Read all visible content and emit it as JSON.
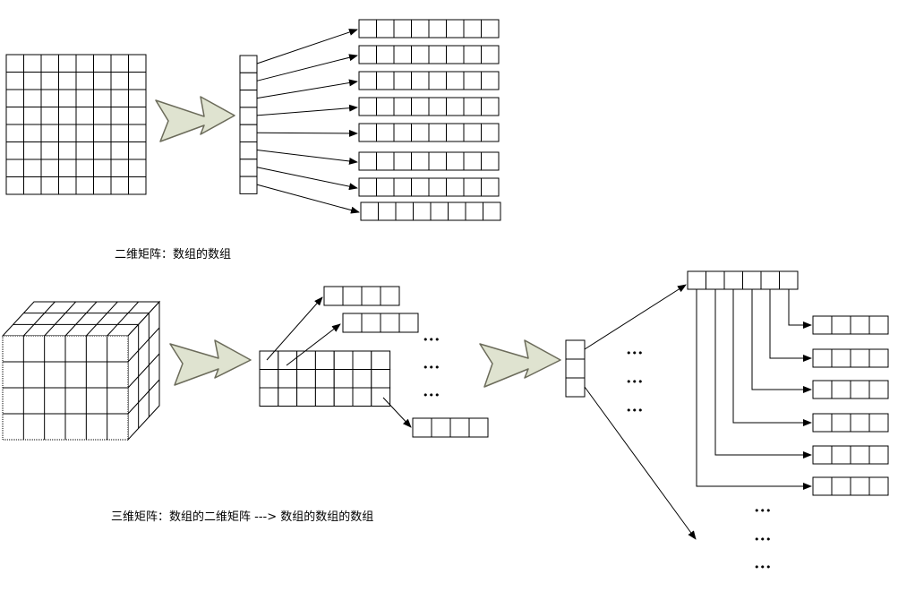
{
  "captions": {
    "two_d": "二维矩阵：数组的数组",
    "three_d": "三维矩阵：数组的二维矩阵 ---> 数组的数组的数组"
  },
  "ellipsis": "•••",
  "colors": {
    "stroke": "#000000",
    "fill": "#ffffff",
    "block_arrow_fill": "#dfe3d0",
    "block_arrow_stroke": "#6b6b5a"
  },
  "icons": [
    "block-arrow-icon",
    "arrow-icon"
  ],
  "structure": {
    "matrix_2d": {
      "rows": 8,
      "cols": 8
    },
    "row_pointer_column_cells": 8,
    "row_arrays": {
      "count": 8,
      "cells_each": 8
    },
    "cube_face": {
      "rows": 4,
      "cols": 6
    },
    "grid_2d_of_arrays": {
      "rows": 3,
      "cols": 7
    },
    "small_arrays_cells": 4,
    "pointer_column_3d_cells": 3,
    "top_array_cells": 6,
    "right_arrays": {
      "count": 6,
      "cells_each": 4
    }
  }
}
